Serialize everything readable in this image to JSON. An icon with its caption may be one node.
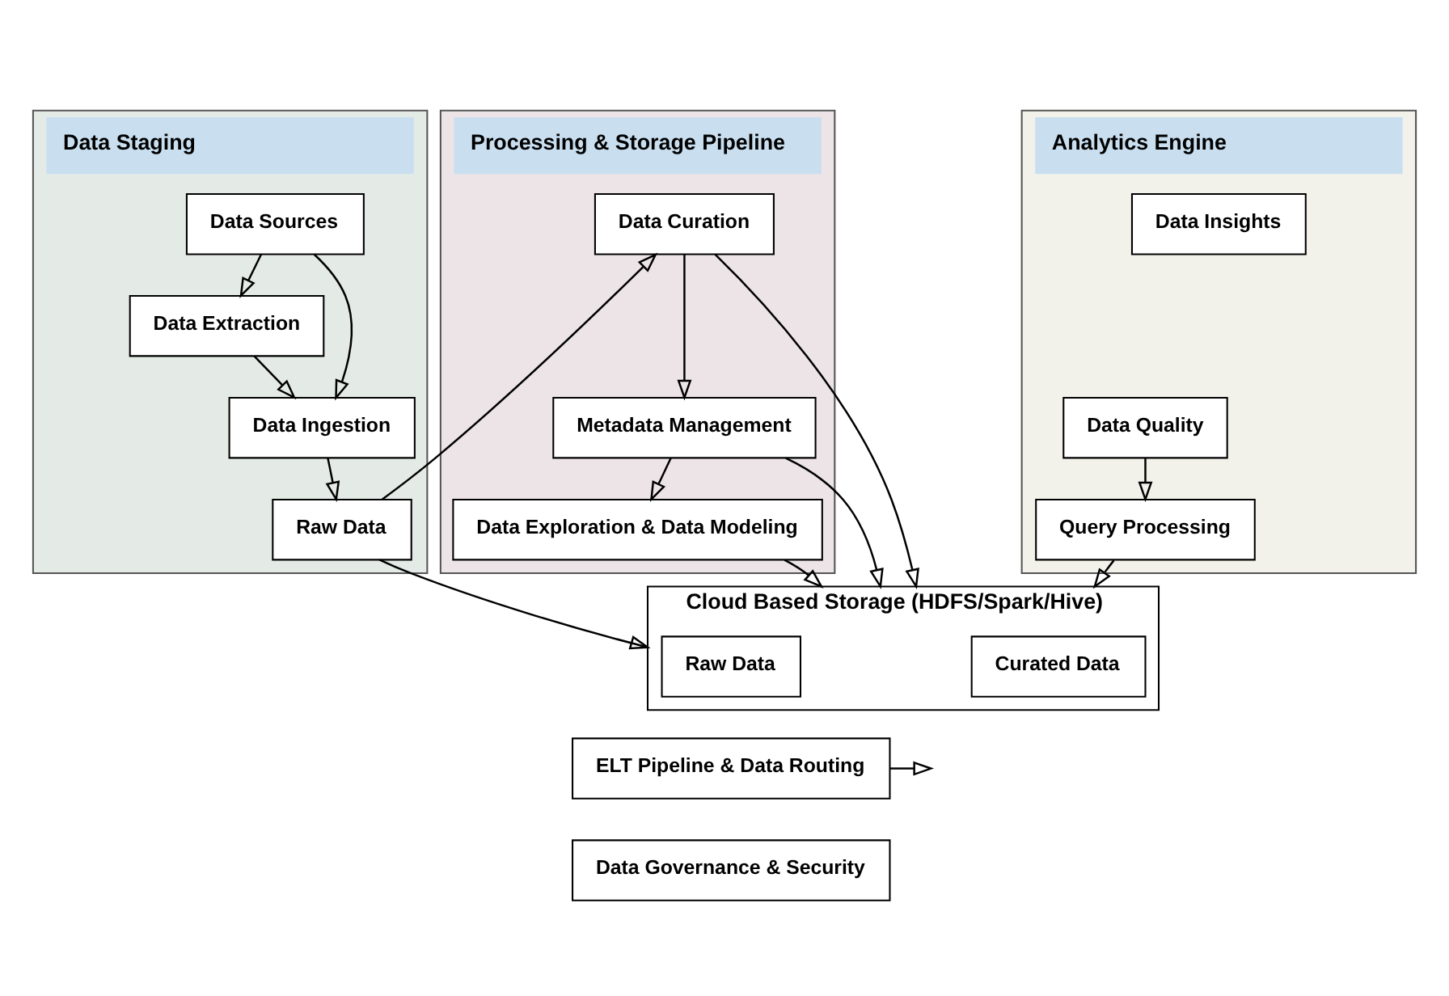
{
  "diagram": {
    "nodes": [
      {
        "text": [
          "Data Staging"
        ]
      },
      {
        "text": [
          "Processing & Storage Pipeline"
        ]
      },
      {
        "text": [
          "Analytics Engine"
        ]
      },
      {
        "text": [
          "Data Sources"
        ],
        "in": 0
      },
      {
        "text": [
          "Data Extraction"
        ],
        "in": 0
      },
      {
        "text": [
          "Data Ingestion"
        ],
        "in": 0
      },
      {
        "text": [
          "Raw Data"
        ],
        "in": 0
      },
      {
        "text": [
          "Data Curation"
        ],
        "in": 1
      },
      {
        "text": [
          "Metadata Management"
        ],
        "in": 1
      },
      {
        "text": [
          "Data Exploration & Data Modeling"
        ],
        "in": 1
      },
      {
        "text": [
          "Data Insights"
        ],
        "in": 2
      },
      {
        "text": [
          "Query Processing"
        ],
        "in": 2
      },
      {
        "text": [
          "Data Quality"
        ],
        "in": 2
      },
      {
        "text": [
          "Cloud Based Storage (HDFS/Spark/Hive)"
        ]
      },
      {
        "text": [
          "Raw Data"
        ],
        "in": 13
      },
      {
        "text": [
          "Curated Data"
        ],
        "in": 13
      },
      {
        "text": [
          "ELT Pipeline & Data Routing"
        ]
      },
      {
        "text": [
          "Data Governance & Security"
        ]
      }
    ],
    "edges": [
      {
        "from": 3,
        "to": 4,
        "arrow": "to"
      },
      {
        "from": 3,
        "to": 5,
        "arrow": "to"
      },
      {
        "from": 4,
        "to": 5,
        "arrow": "to"
      },
      {
        "from": 5,
        "to": 6,
        "arrow": "to"
      },
      {
        "from": 6,
        "to": 13,
        "arrow": "to"
      },
      {
        "from": 6,
        "to": 7,
        "arrow": "to"
      },
      {
        "from": 7,
        "to": 8,
        "arrow": "to"
      },
      {
        "from": 7,
        "to": 13,
        "arrow": "to"
      },
      {
        "from": 8,
        "to": 9,
        "arrow": "to"
      },
      {
        "from": 8,
        "to": 13,
        "arrow": "to"
      },
      {
        "from": 9,
        "to": 13,
        "arrow": "to"
      },
      {
        "from": 12,
        "to": 11,
        "arrow": "to"
      },
      {
        "from": 11,
        "to": 13,
        "arrow": "to"
      },
      {
        "from": 16,
        "to": null,
        "arrow": "to"
      }
    ]
  }
}
